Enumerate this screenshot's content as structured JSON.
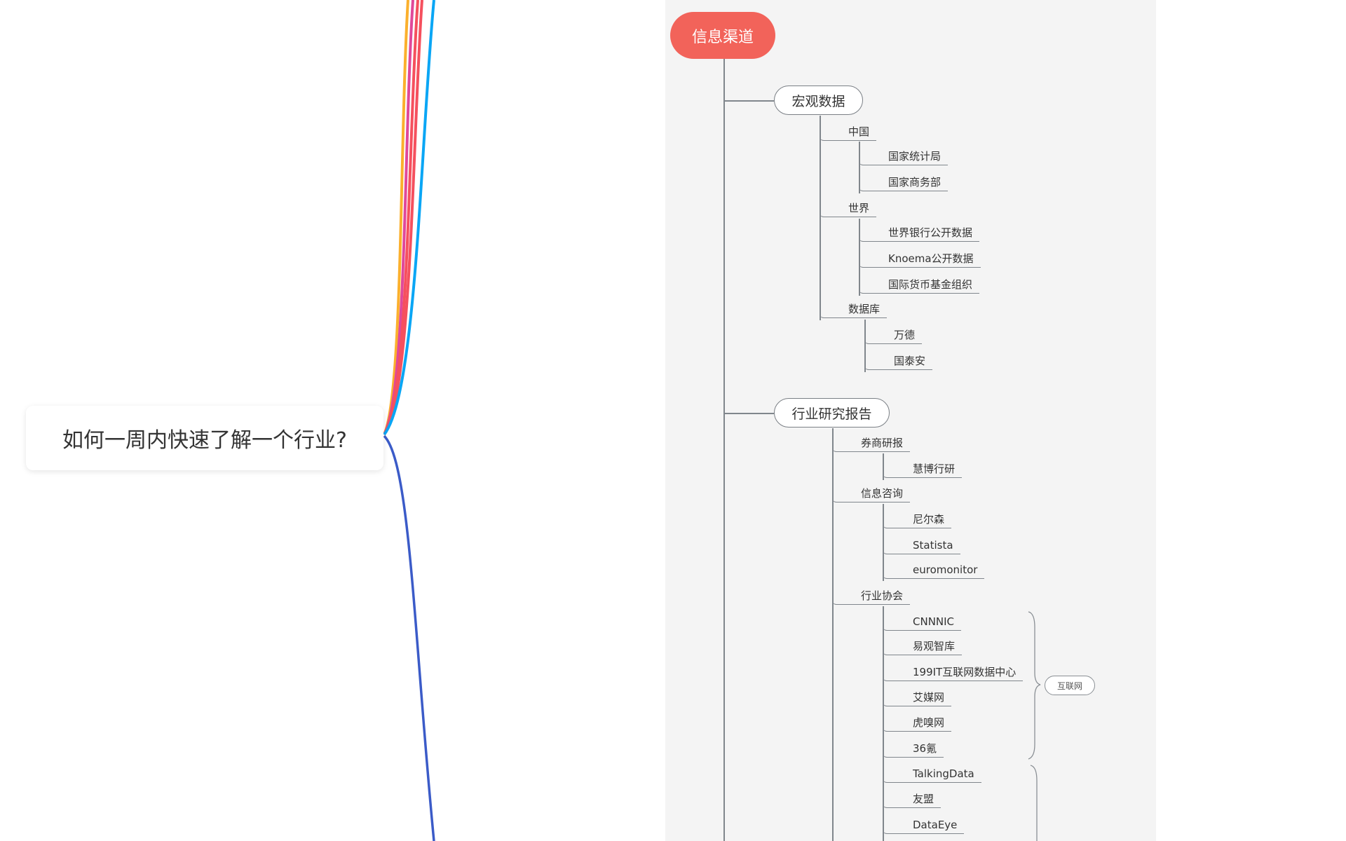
{
  "central_topic": "如何一周内快速了解一个行业?",
  "branch_colors": [
    "#fbb02d",
    "#e0489a",
    "#f5505e",
    "#f5505e",
    "#0aa6f5",
    "#3b5bc8"
  ],
  "root": {
    "label": "信息渠道",
    "color": "#f2635a"
  },
  "macro": {
    "label": "宏观数据",
    "china": {
      "label": "中国",
      "items": [
        "国家统计局",
        "国家商务部"
      ]
    },
    "world": {
      "label": "世界",
      "items": [
        "世界银行公开数据",
        "Knoema公开数据",
        "国际货币基金组织"
      ]
    },
    "database": {
      "label": "数据库",
      "items": [
        "万德",
        "国泰安"
      ]
    }
  },
  "industry": {
    "label": "行业研究报告",
    "broker": {
      "label": "券商研报",
      "items": [
        "慧博行研"
      ]
    },
    "consulting": {
      "label": "信息咨询",
      "items": [
        "尼尔森",
        "Statista",
        "euromonitor"
      ]
    },
    "association": {
      "label": "行业协会",
      "items": [
        "CNNNIC",
        "易观智库",
        "199IT互联网数据中心",
        "艾媒网",
        "虎嗅网",
        "36氪",
        "TalkingData",
        "友盟",
        "DataEye"
      ]
    },
    "summary_label": "互联网"
  }
}
